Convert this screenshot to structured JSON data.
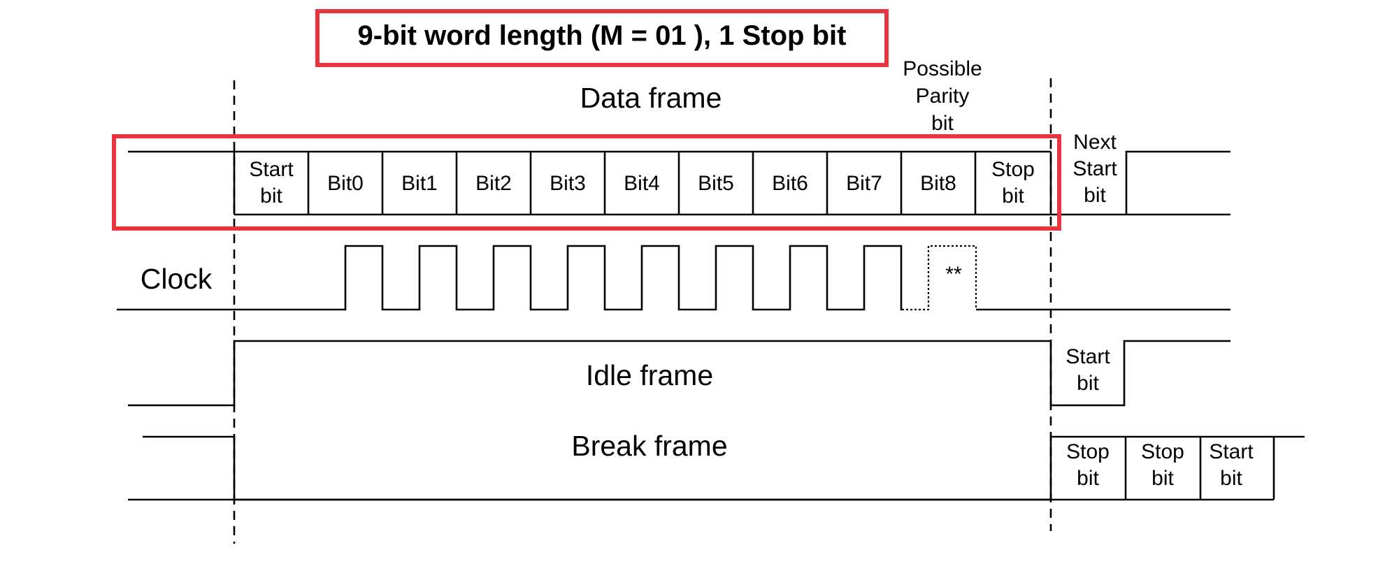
{
  "title": "9-bit word length (M = 01 ), 1 Stop bit",
  "labels": {
    "data_frame": "Data frame",
    "possible_parity": [
      "Possible",
      "Parity",
      "bit"
    ],
    "next_start": [
      "Next",
      "Start",
      "bit"
    ],
    "clock": "Clock",
    "clock_optional_mark": "**",
    "idle_frame": "Idle frame",
    "break_frame": "Break frame"
  },
  "data_frame_cells": [
    [
      "Start",
      "bit"
    ],
    [
      "Bit0"
    ],
    [
      "Bit1"
    ],
    [
      "Bit2"
    ],
    [
      "Bit3"
    ],
    [
      "Bit4"
    ],
    [
      "Bit5"
    ],
    [
      "Bit6"
    ],
    [
      "Bit7"
    ],
    [
      "Bit8"
    ],
    [
      "Stop",
      "bit"
    ]
  ],
  "idle_after": [
    [
      "Start",
      "bit"
    ]
  ],
  "break_after": [
    [
      "Stop",
      "bit"
    ],
    [
      "Stop",
      "bit"
    ],
    [
      "Start",
      "bit"
    ]
  ],
  "colors": {
    "highlight": "#e8343c",
    "line": "#000000"
  }
}
